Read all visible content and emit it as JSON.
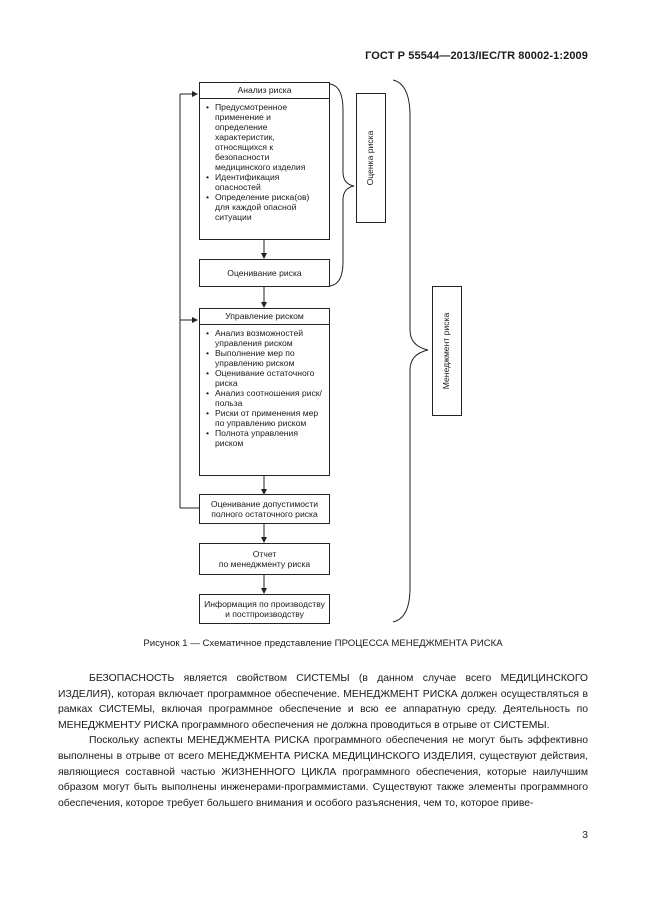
{
  "header": {
    "standard": "ГОСТ Р 55544—2013/IEC/TR 80002-1:2009"
  },
  "diagram": {
    "risk_analysis": {
      "title": "Анализ риска",
      "items": [
        "Предусмотренное применение и определение характеристик, относящихся к безопасности медицинского изделия",
        "Идентификация опасностей",
        "Определение риска(ов) для каждой опасной ситуации"
      ]
    },
    "risk_evaluation": "Оценивание риска",
    "risk_control": {
      "title": "Управление риском",
      "items": [
        "Анализ возможностей управления риском",
        "Выполнение мер по управлению риском",
        "Оценивание остаточного риска",
        "Анализ соотношения риск/польза",
        "Риски от применения мер по управлению риском",
        "Полнота управления риском"
      ]
    },
    "residual_risk": {
      "line1": "Оценивание допустимости",
      "line2": "полного остаточного риска"
    },
    "report": {
      "line1": "Отчет",
      "line2": "по менеджменту риска"
    },
    "production_info": {
      "line1": "Информация по производству",
      "line2": "и постпроизводству"
    },
    "label_risk_assessment": "Оценка риска",
    "label_risk_management": "Менеджмент риска"
  },
  "caption": "Рисунок 1 — Схематичное представление ПРОЦЕССА МЕНЕДЖМЕНТА РИСКА",
  "paragraphs": [
    "БЕЗОПАСНОСТЬ является свойством СИСТЕМЫ (в данном случае всего МЕДИЦИНСКОГО ИЗДЕЛИЯ), которая включает программное обеспечение. МЕНЕДЖМЕНТ РИСКА должен осуществляться в рамках СИСТЕМЫ, включая программное обеспечение и всю ее аппаратную среду. Деятельность по МЕНЕДЖМЕНТУ РИСКА программного обеспечения не должна проводиться в отрыве от СИСТЕМЫ.",
    "Поскольку аспекты МЕНЕДЖМЕНТА РИСКА программного обеспечения не могут быть эффективно выполнены в отрыве от всего МЕНЕДЖМЕНТА РИСКА МЕДИЦИНСКОГО ИЗДЕЛИЯ, существуют действия, являющиеся составной частью ЖИЗНЕННОГО ЦИКЛА программного обеспечения, которые наилучшим образом могут быть выполнены инженерами-программистами. Существуют также элементы программного обеспечения, которое требует большего внимания и особого разъяснения, чем то, которое приве-"
  ],
  "page_number": "3"
}
